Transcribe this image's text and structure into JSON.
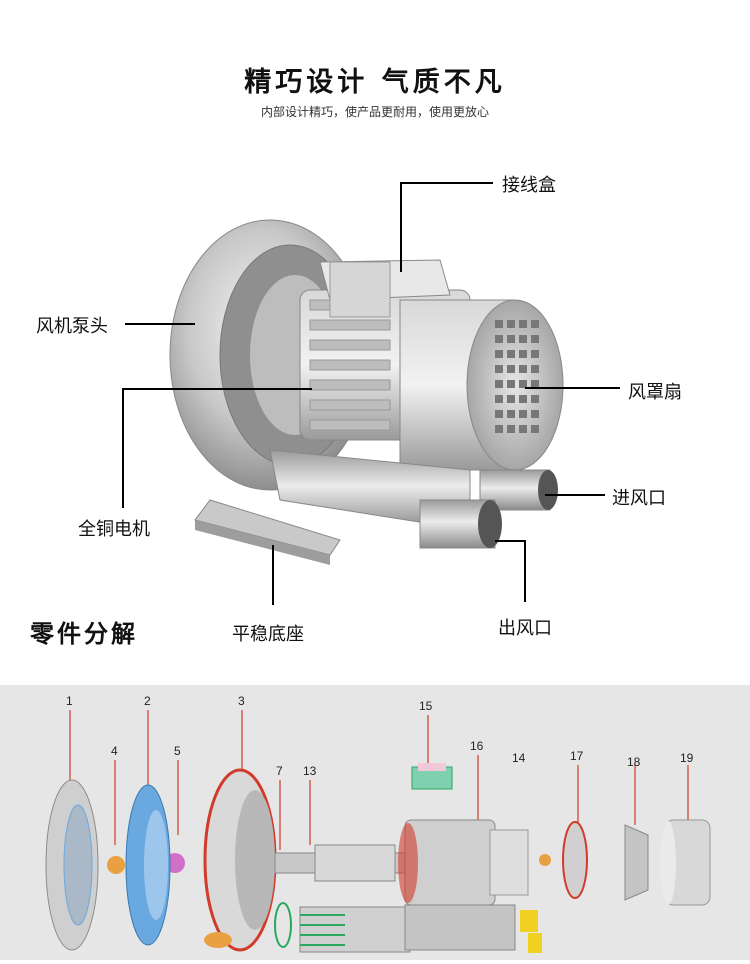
{
  "header": {
    "title": "精巧设计 气质不凡",
    "subtitle": "内部设计精巧，使产品更耐用，使用更放心"
  },
  "callouts": {
    "junction_box": "接线盒",
    "pump_head": "风机泵头",
    "fan_cover": "风罩扇",
    "copper_motor": "全铜电机",
    "inlet": "进风口",
    "base": "平稳底座",
    "outlet": "出风口"
  },
  "section_title": "零件分解",
  "part_numbers": [
    "1",
    "2",
    "3",
    "4",
    "5",
    "7",
    "13",
    "15",
    "16",
    "14",
    "17",
    "18",
    "19"
  ],
  "colors": {
    "accent_red": "#d23a2a",
    "panel_bg": "#e6e6e6",
    "blue_impeller": "#6aa9e0",
    "orange": "#e8a040",
    "pink": "#d070c8",
    "yellow": "#f0d020",
    "green": "#2aa860"
  }
}
